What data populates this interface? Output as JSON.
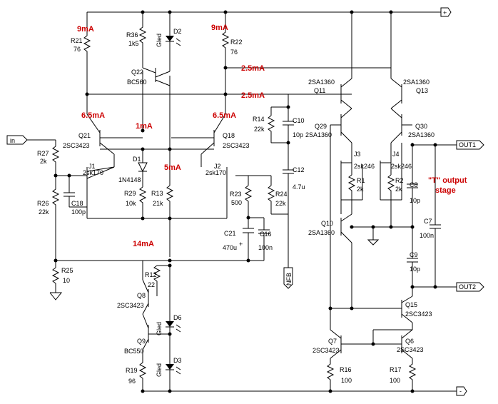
{
  "currents": {
    "c9ma_left": "9mA",
    "c9ma_right": "9mA",
    "c25_top": "2.5mA",
    "c25_mid": "2.5mA",
    "c65_left": "6.5mA",
    "c65_right": "6.5mA",
    "c1ma": "1mA",
    "c5ma": "5mA",
    "c14ma": "14mA"
  },
  "ports": {
    "vplus": "+",
    "vminus": "-",
    "in": "in",
    "out1": "OUT1",
    "out2": "OUT2",
    "nfb": "NFB"
  },
  "note": {
    "line1": "\"T\" output",
    "line2": "stage"
  },
  "parts": {
    "r21": "R21",
    "r21v": "76",
    "r36": "R36",
    "r36v": "1k5",
    "d2": "D2",
    "d2t": "Gled",
    "r22": "R22",
    "r22v": "76",
    "q22": "Q22",
    "q22t": "BC560",
    "q21": "Q21",
    "q21t": "2SC3423",
    "q18": "Q18",
    "q18t": "2SC3423",
    "r27": "R27",
    "r27v": "2k",
    "j1": "J1",
    "j1t": "2sk170",
    "j2": "J2",
    "j2t": "2sk170",
    "d1": "D1",
    "d1t": "1N4148",
    "r29": "R29",
    "r29v": "10k",
    "r13": "R13",
    "r13v": "21k",
    "r26": "R26",
    "r26v": "22k",
    "c18": "C18",
    "c18v": "100p",
    "r23": "R23",
    "r23v": "500",
    "r24": "R24",
    "r24v": "22k",
    "c21": "C21",
    "c21v": "470u",
    "c16": "C16",
    "c16v": "100n",
    "r25": "R25",
    "r25v": "10",
    "r14": "R14",
    "r14v": "22k",
    "c10": "C10",
    "c10v": "10p",
    "c12": "C12",
    "c12v": "4.7u",
    "r12": "R12",
    "r12v": "22",
    "q8": "Q8",
    "q8t": "2SC3423",
    "d6": "D6",
    "d6t": "Gled",
    "q9": "Q9",
    "q9t": "BC550",
    "d3": "D3",
    "d3t": "Gled",
    "r19": "R19",
    "r19v": "96",
    "q11": "Q11",
    "q11t": "2SA1360",
    "q13": "Q13",
    "q13t": "2SA1360",
    "q29": "Q29",
    "q29t": "2SA1360",
    "q30": "Q30",
    "q30t": "2SA1360",
    "j3": "J3",
    "j3t": "2sk246",
    "j4": "J4",
    "j4t": "2sk246",
    "r1": "R1",
    "r1v": "2k",
    "r2": "R2",
    "r2v": "2k",
    "c8": "C8",
    "c8v": "10p",
    "c7": "C7",
    "c7v": "100n",
    "c9": "C9",
    "c9v": "10p",
    "q10": "Q10",
    "q10t": "2SA1360",
    "q15": "Q15",
    "q15t": "2SC3423",
    "q7": "Q7",
    "q7t": "2SC3423",
    "q6": "Q6",
    "q6t": "2SC3423",
    "r16": "R16",
    "r16v": "100",
    "r17": "R17",
    "r17v": "100"
  }
}
